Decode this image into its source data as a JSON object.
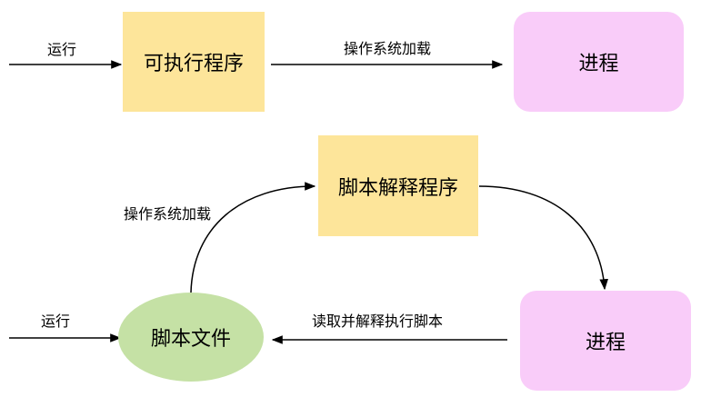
{
  "colors": {
    "program_box": "#fde59a",
    "process_box": "#f9ccf9",
    "script_file": "#c5e1a5",
    "arrow": "#000000"
  },
  "top_flow": {
    "input_label": "运行",
    "program": "可执行程序",
    "load_label": "操作系统加载",
    "process": "进程"
  },
  "bottom_flow": {
    "interpreter": "脚本解释程序",
    "load_label": "操作系统加载",
    "input_label": "运行",
    "script_file": "脚本文件",
    "read_label": "读取并解释执行脚本",
    "process": "进程"
  }
}
